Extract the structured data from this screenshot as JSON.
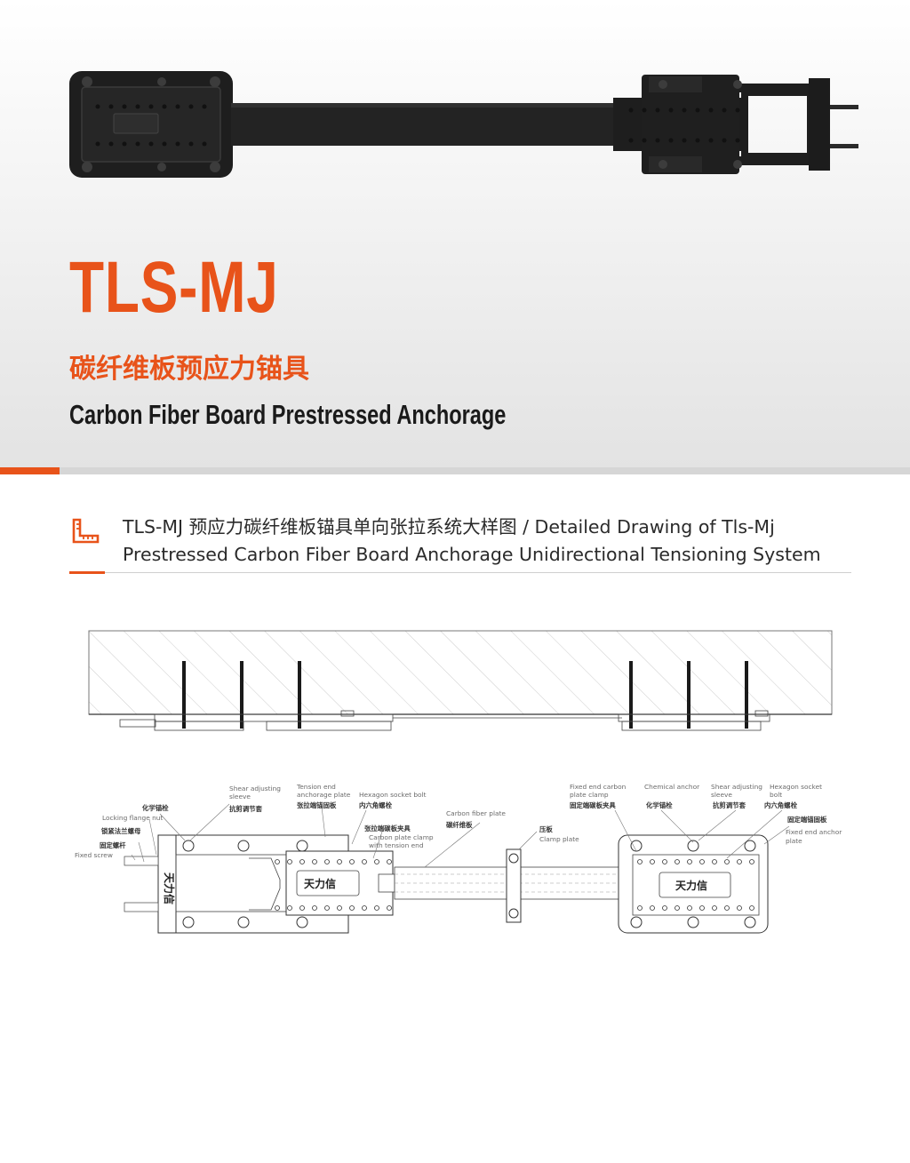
{
  "header": {
    "model": "TLS-MJ",
    "title_cn": "碳纤维板预应力锚具",
    "title_en": "Carbon Fiber Board Prestressed Anchorage"
  },
  "section": {
    "icon": "ruler-square-icon",
    "title_line1": "TLS-MJ 预应力碳纤维板锚具单向张拉系统大样图 / Detailed Drawing of Tls-Mj",
    "title_line2": "Prestressed Carbon Fiber Board Anchorage Unidirectional Tensioning System"
  },
  "drawing": {
    "brand_mark": "天力信",
    "brand_mark_vertical": "天力信",
    "labels": {
      "shear_sleeve_en": [
        "Shear adjusting",
        "sleeve"
      ],
      "shear_sleeve_cn": "抗剪调节套",
      "chemical_anchor_cn": "化学锚栓",
      "locking_flange_nut_en": "Locking flange nut",
      "locking_flange_nut_cn": "锁紧法兰螺母",
      "fixed_screw_cn": "固定螺杆",
      "fixed_screw_en": "Fixed screw",
      "tension_plate_en": [
        "Tension end",
        "anchorage  plate"
      ],
      "tension_plate_cn": "张拉端锚固板",
      "hex_bolt_en": "Hexagon socket bolt",
      "hex_bolt_cn": "内六角螺栓",
      "tension_clamp_cn": "张拉端碳板夹具",
      "tension_clamp_en": [
        "Carbon plate clamp",
        "with tension end"
      ],
      "cfp_en": "Carbon fiber plate",
      "cfp_cn": "碳纤维板",
      "clamp_plate_cn": "压板",
      "clamp_plate_en": "Clamp plate",
      "fixed_clamp_en": [
        "Fixed end carbon",
        "plate clamp"
      ],
      "fixed_clamp_cn": "固定端碳板夹具",
      "chem_anchor_right_en": "Chemical anchor",
      "chem_anchor_right_cn": "化学锚栓",
      "shear_sleeve_right_en": [
        "Shear adjusting",
        "sleeve"
      ],
      "shear_sleeve_right_cn": "抗剪调节套",
      "hex_bolt_right_en": [
        "Hexagon socket",
        "bolt"
      ],
      "hex_bolt_right_cn": "内六角螺栓",
      "fixed_plate_cn": "固定端锚固板",
      "fixed_plate_en": [
        "Fixed end anchor",
        "plate"
      ]
    }
  },
  "colors": {
    "accent": "#e8531a",
    "dark": "#1a1a1a"
  }
}
